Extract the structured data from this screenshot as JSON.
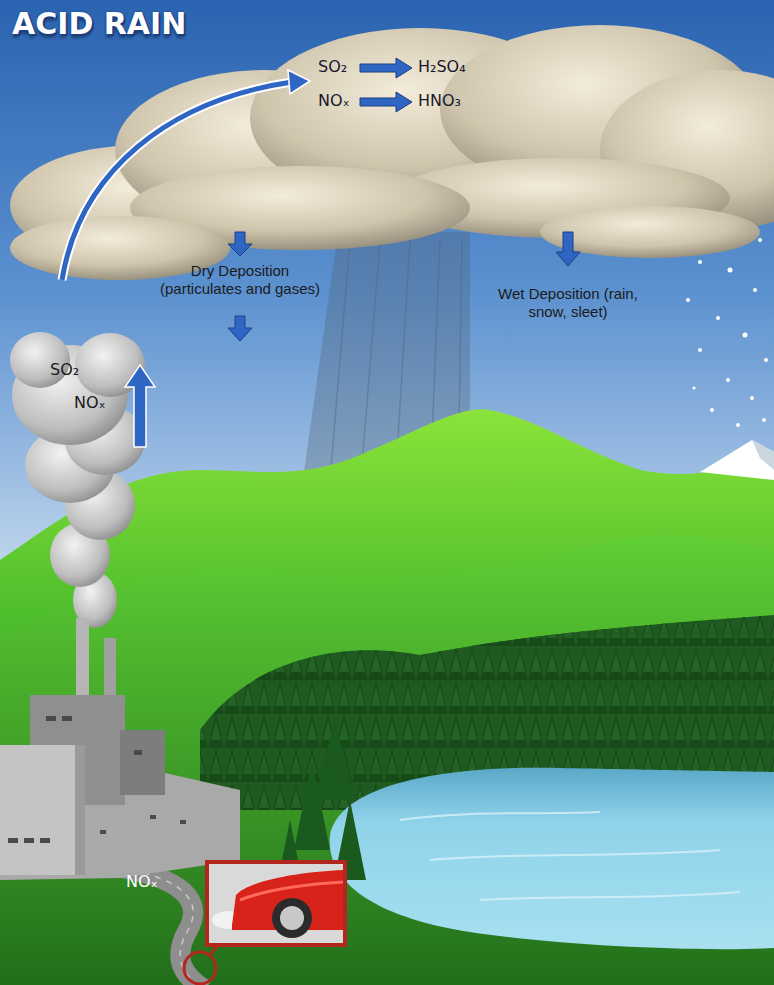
{
  "diagram": {
    "title": "ACID RAIN",
    "labels": [
      "SO₂",
      "H₂SO₄",
      "NOₓ",
      "HNO₃",
      "Dry Deposition (particulates and gases)",
      "Wet Deposition (rain, snow, sleet)",
      "SO₂",
      "NOₓ",
      "NOₓ"
    ]
  }
}
